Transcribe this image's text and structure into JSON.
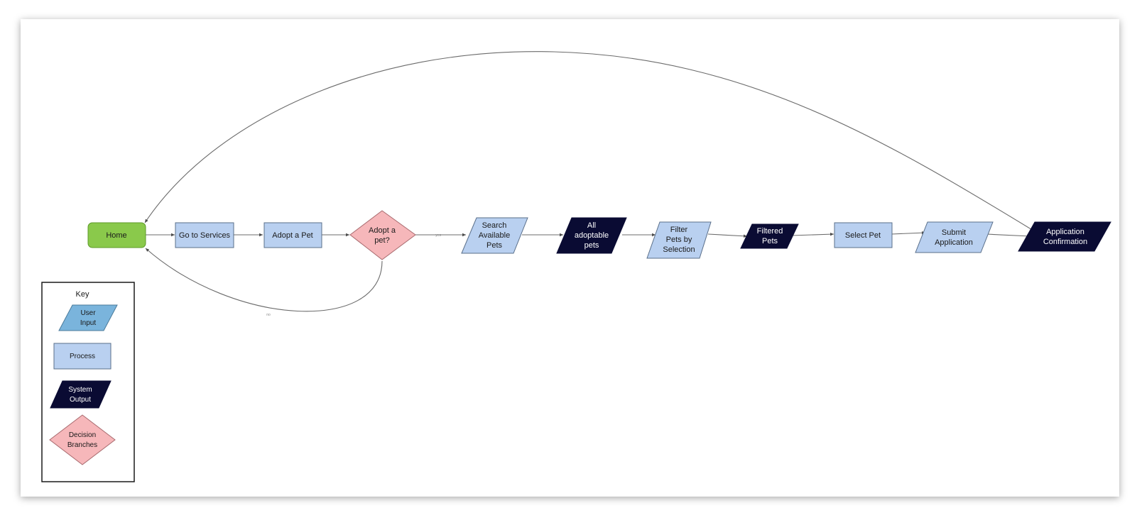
{
  "colors": {
    "terminal": "#8ac94b",
    "process": "#b9d0f0",
    "user_input": "#7ab4dc",
    "output": "#0a0b33",
    "decision": "#f6b7ba",
    "edge": "#6b6b6b"
  },
  "nodes": {
    "home": "Home",
    "services": "Go to Services",
    "adopt": "Adopt a Pet",
    "decision": [
      "Adopt a",
      "pet?"
    ],
    "search": [
      "Search",
      "Available",
      "Pets"
    ],
    "all": [
      "All",
      "adoptable",
      "pets"
    ],
    "filter": [
      "Filter",
      "Pets by",
      "Selection"
    ],
    "filtered": [
      "Filtered",
      "Pets"
    ],
    "select": "Select Pet",
    "submit": [
      "Submit",
      "Application"
    ],
    "confirm": [
      "Application",
      "Confirmation"
    ]
  },
  "edge_labels": {
    "yes": "yes",
    "no": "no"
  },
  "key": {
    "title": "Key",
    "user_input": [
      "User",
      "Input"
    ],
    "process": "Process",
    "output": [
      "System",
      "Output"
    ],
    "decision": [
      "Decision",
      "Branches"
    ]
  }
}
